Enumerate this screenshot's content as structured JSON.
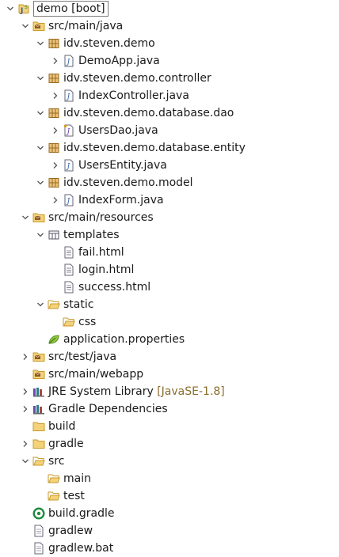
{
  "tree": {
    "rows": [
      {
        "depth": 0,
        "toggle": "open",
        "icon": "project",
        "label": "demo [boot]",
        "name": "project-demo",
        "boxed": true
      },
      {
        "depth": 1,
        "toggle": "open",
        "icon": "srcfolder",
        "label": "src/main/java",
        "name": "src-main-java"
      },
      {
        "depth": 2,
        "toggle": "open",
        "icon": "package",
        "label": "idv.steven.demo",
        "name": "package-idv-steven-demo"
      },
      {
        "depth": 3,
        "toggle": "closed",
        "icon": "javafile",
        "label": "DemoApp.java",
        "name": "file-demoapp-java"
      },
      {
        "depth": 2,
        "toggle": "open",
        "icon": "package",
        "label": "idv.steven.demo.controller",
        "name": "package-controller"
      },
      {
        "depth": 3,
        "toggle": "closed",
        "icon": "javafile",
        "label": "IndexController.java",
        "name": "file-indexcontroller-java"
      },
      {
        "depth": 2,
        "toggle": "open",
        "icon": "package",
        "label": "idv.steven.demo.database.dao",
        "name": "package-database-dao"
      },
      {
        "depth": 3,
        "toggle": "closed",
        "icon": "javaiface",
        "label": "UsersDao.java",
        "name": "file-usersdao-java"
      },
      {
        "depth": 2,
        "toggle": "open",
        "icon": "package",
        "label": "idv.steven.demo.database.entity",
        "name": "package-database-entity"
      },
      {
        "depth": 3,
        "toggle": "closed",
        "icon": "javafile",
        "label": "UsersEntity.java",
        "name": "file-usersentity-java"
      },
      {
        "depth": 2,
        "toggle": "open",
        "icon": "package",
        "label": "idv.steven.demo.model",
        "name": "package-model"
      },
      {
        "depth": 3,
        "toggle": "closed",
        "icon": "javafile",
        "label": "IndexForm.java",
        "name": "file-indexform-java"
      },
      {
        "depth": 1,
        "toggle": "open",
        "icon": "srcfolder",
        "label": "src/main/resources",
        "name": "src-main-resources"
      },
      {
        "depth": 2,
        "toggle": "open",
        "icon": "templfolder",
        "label": "templates",
        "name": "folder-templates"
      },
      {
        "depth": 3,
        "toggle": "none",
        "icon": "htmlfile",
        "label": "fail.html",
        "name": "file-fail-html"
      },
      {
        "depth": 3,
        "toggle": "none",
        "icon": "htmlfile",
        "label": "login.html",
        "name": "file-login-html"
      },
      {
        "depth": 3,
        "toggle": "none",
        "icon": "htmlfile",
        "label": "success.html",
        "name": "file-success-html"
      },
      {
        "depth": 2,
        "toggle": "open",
        "icon": "openfolder",
        "label": "static",
        "name": "folder-static"
      },
      {
        "depth": 3,
        "toggle": "none",
        "icon": "openfolder",
        "label": "css",
        "name": "folder-css"
      },
      {
        "depth": 2,
        "toggle": "none",
        "icon": "leaf",
        "label": "application.properties",
        "name": "file-application-properties"
      },
      {
        "depth": 1,
        "toggle": "closed",
        "icon": "srcfolder",
        "label": "src/test/java",
        "name": "src-test-java"
      },
      {
        "depth": 1,
        "toggle": "none",
        "icon": "srcfolder",
        "label": "src/main/webapp",
        "name": "src-main-webapp"
      },
      {
        "depth": 1,
        "toggle": "closed",
        "icon": "library",
        "label": "JRE System Library",
        "decoration": "[JavaSE-1.8]",
        "name": "jre-system-library"
      },
      {
        "depth": 1,
        "toggle": "closed",
        "icon": "library",
        "label": "Gradle Dependencies",
        "name": "gradle-dependencies"
      },
      {
        "depth": 1,
        "toggle": "none",
        "icon": "folder",
        "label": "build",
        "name": "folder-build"
      },
      {
        "depth": 1,
        "toggle": "closed",
        "icon": "folder",
        "label": "gradle",
        "name": "folder-gradle"
      },
      {
        "depth": 1,
        "toggle": "open",
        "icon": "openfolder",
        "label": "src",
        "name": "folder-src"
      },
      {
        "depth": 2,
        "toggle": "none",
        "icon": "openfolder",
        "label": "main",
        "name": "folder-main"
      },
      {
        "depth": 2,
        "toggle": "none",
        "icon": "openfolder",
        "label": "test",
        "name": "folder-test"
      },
      {
        "depth": 1,
        "toggle": "none",
        "icon": "gradle",
        "label": "build.gradle",
        "name": "file-build-gradle"
      },
      {
        "depth": 1,
        "toggle": "none",
        "icon": "textfile",
        "label": "gradlew",
        "name": "file-gradlew"
      },
      {
        "depth": 1,
        "toggle": "none",
        "icon": "textfile",
        "label": "gradlew.bat",
        "name": "file-gradlew-bat"
      }
    ]
  }
}
